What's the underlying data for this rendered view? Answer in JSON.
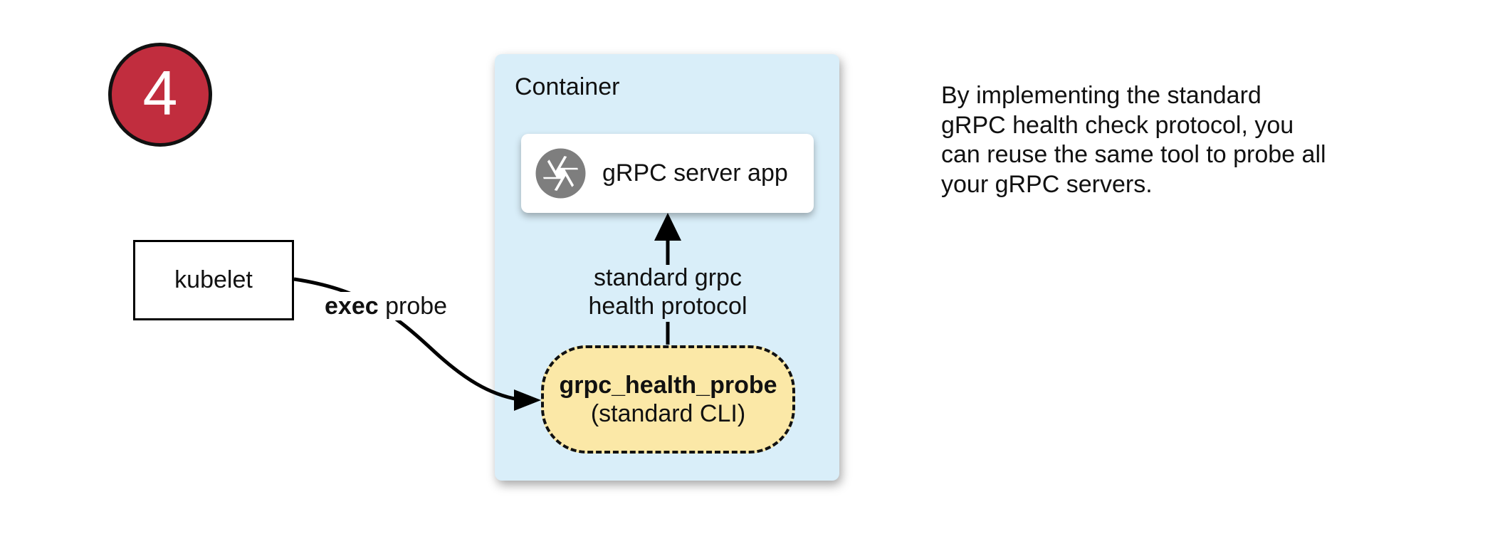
{
  "colors": {
    "step_badge_red": "#C12D3E",
    "container_blue": "#D9EEF9",
    "probe_yellow": "#FBE8A7",
    "icon_gray": "#7E7E7E",
    "line_black": "#000000"
  },
  "step_badge": {
    "number": "4"
  },
  "kubelet_box": {
    "label": "kubelet"
  },
  "exec_probe_arrow": {
    "label_bold": "exec",
    "label_rest": " probe"
  },
  "container_box": {
    "title": "Container",
    "server_box": {
      "label": "gRPC server app",
      "icon": "aperture-icon"
    },
    "health_protocol_arrow": {
      "label": "standard grpc\nhealth protocol"
    },
    "probe_box": {
      "title": "grpc_health_probe",
      "subtitle": "(standard CLI)"
    }
  },
  "note": {
    "text": "By implementing the standard\ngRPC health check protocol, you\ncan reuse the same tool to probe all\nyour gRPC servers."
  }
}
